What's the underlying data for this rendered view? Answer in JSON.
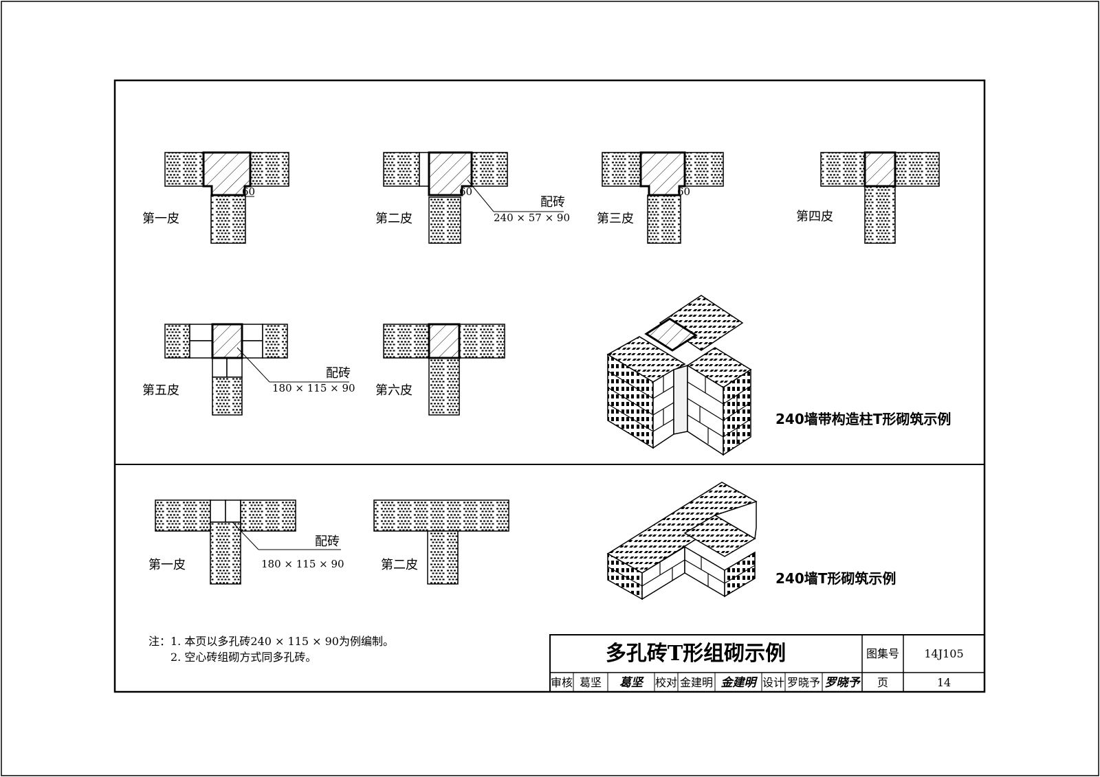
{
  "section1": {
    "courses": [
      {
        "label": "第一皮",
        "dim": "60"
      },
      {
        "label": "第二皮",
        "dim": "60",
        "note_title": "配砖",
        "note_size": "240 × 57 × 90"
      },
      {
        "label": "第三皮",
        "dim": "60"
      },
      {
        "label": "第四皮"
      },
      {
        "label": "第五皮",
        "note_title": "配砖",
        "note_size": "180 × 115 × 90"
      },
      {
        "label": "第六皮"
      }
    ],
    "iso_caption": "240墙带构造柱T形砌筑示例"
  },
  "section2": {
    "courses": [
      {
        "label": "第一皮",
        "note_title": "配砖",
        "note_size": "180 × 115 × 90"
      },
      {
        "label": "第二皮"
      }
    ],
    "iso_caption": "240墙T形砌筑示例"
  },
  "notes": {
    "prefix": "注：",
    "items": [
      "1.  本页以多孔砖240 × 115 × 90为例编制。",
      "2.  空心砖组砌方式同多孔砖。"
    ]
  },
  "title_block": {
    "title": "多孔砖T形组砌示例",
    "atlas_label": "图集号",
    "atlas_no": "14J105",
    "page_label": "页",
    "page_no": "14",
    "review_label": "审核",
    "reviewer": "葛坚",
    "reviewer_sig": "葛坚",
    "check_label": "校对",
    "checker": "金建明",
    "checker_sig": "金建明",
    "design_label": "设计",
    "designer": "罗晓予",
    "designer_sig": "罗晓予"
  }
}
